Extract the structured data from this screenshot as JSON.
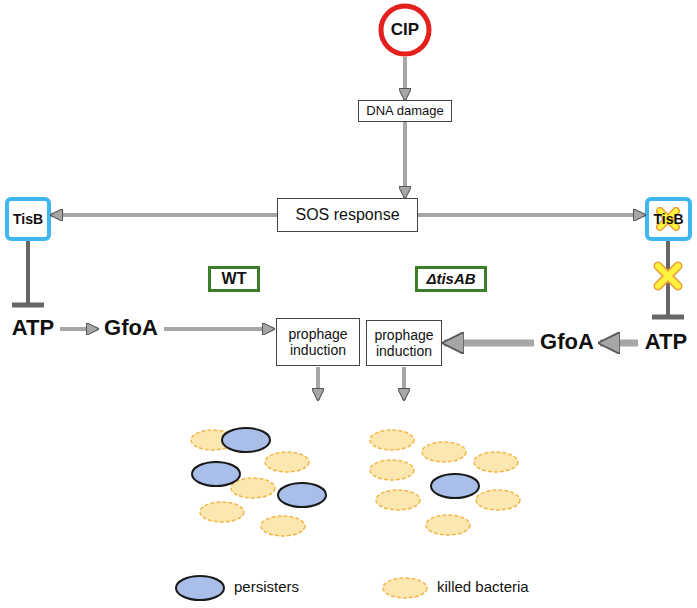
{
  "diagram": {
    "nodes": [
      {
        "text": [
          "CIP"
        ]
      },
      {
        "text": [
          "DNA damage"
        ]
      },
      {
        "text": [
          "SOS response"
        ]
      },
      {
        "text": [
          "TisB"
        ]
      },
      {
        "text": [
          "TisB"
        ]
      },
      {
        "text": [
          "WT"
        ]
      },
      {
        "text": [
          "ΔtisAB"
        ]
      },
      {
        "text": [
          "prophage induction"
        ]
      },
      {
        "text": [
          "prophage induction"
        ]
      }
    ],
    "edges": [
      {
        "from": 0,
        "to": 1,
        "arrow": "to"
      },
      {
        "from": 1,
        "to": 2,
        "arrow": "to"
      },
      {
        "from": 2,
        "to": 3,
        "arrow": "to"
      },
      {
        "from": 2,
        "to": 4,
        "arrow": "to"
      }
    ],
    "labels": [
      "ATP",
      "GfoA",
      "GfoA",
      "ATP"
    ],
    "legend": [
      {
        "text": "persisters"
      },
      {
        "text": "killed bacteria"
      }
    ]
  }
}
